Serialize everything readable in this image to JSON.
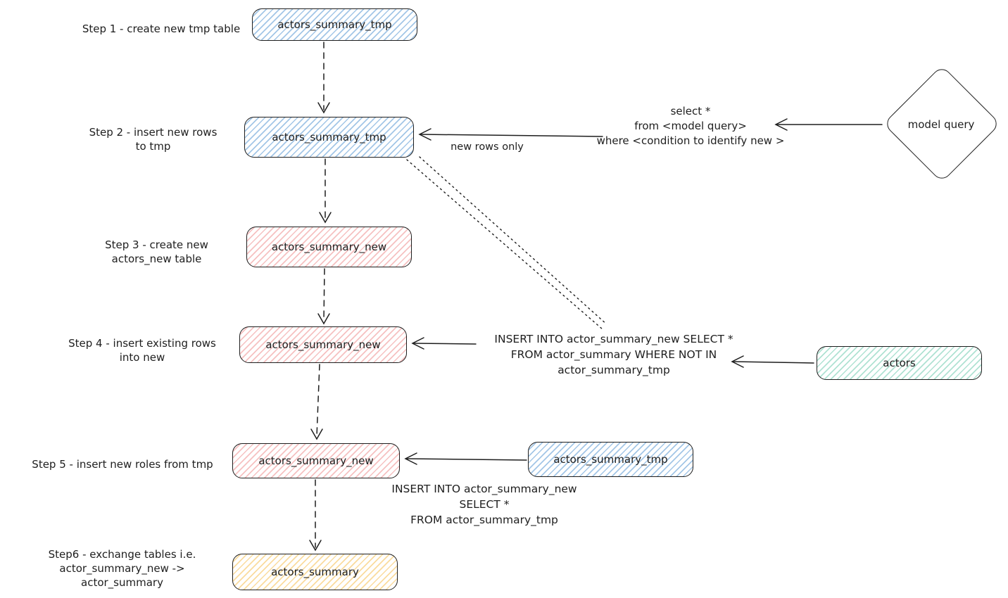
{
  "steps": {
    "step1": {
      "label": "Step 1 - create new tmp table",
      "node": "actors_summary_tmp"
    },
    "step2": {
      "label": "Step 2 - insert new rows\nto tmp",
      "node": "actors_summary_tmp"
    },
    "step3": {
      "label": "Step 3 - create new\nactors_new table",
      "node": "actors_summary_new"
    },
    "step4": {
      "label": "Step 4 - insert existing rows\ninto new",
      "node": "actors_summary_new"
    },
    "step5": {
      "label": "Step 5 - insert new roles from tmp",
      "node": "actors_summary_new",
      "source_node": "actors_summary_tmp"
    },
    "step6": {
      "label": "Step6 - exchange tables i.e.\nactor_summary_new -> actor_summary",
      "node": "actors_summary"
    }
  },
  "external": {
    "model_query": "model query",
    "actors": "actors"
  },
  "annotations": {
    "select_query": "select *\nfrom <model query>\nwhere <condition to identify new >",
    "new_rows_only": "new rows only",
    "insert_existing": "INSERT INTO actor_summary_new SELECT *\nFROM actor_summary WHERE NOT IN\nactor_summary_tmp",
    "insert_from_tmp": "INSERT INTO actor_summary_new\nSELECT *\nFROM actor_summary_tmp"
  },
  "colors": {
    "stroke": "#1e1e1e",
    "blue": "#1971c2",
    "red": "#e03131",
    "green": "#0ca678",
    "yellow": "#f2a60d"
  }
}
